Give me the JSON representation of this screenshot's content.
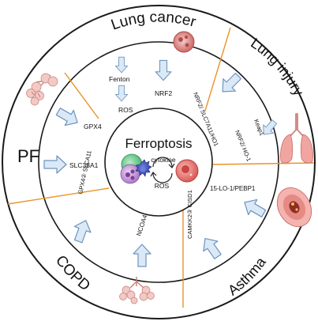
{
  "center": {
    "title": "Ferroptosis",
    "cytokine": "cytokine",
    "ros": "ROS"
  },
  "sections": {
    "lung_cancer": {
      "title": "Lung cancer",
      "label_fenton": "Fenton",
      "label_ros": "ROS",
      "label_nrf2": "NRF2"
    },
    "lung_injury": {
      "title": "Lung injury",
      "label_nrf2_slc": "NRF2/ SLC7A11/HO1",
      "label_keap1": "Keap1",
      "label_nrf2_ho1": "NRF2/ HO-1"
    },
    "asthma": {
      "title": "Asthma",
      "label_15lo": "15-LO-1/PEBP1",
      "label_camkk2": "CAMKK2③ CISD1"
    },
    "copd": {
      "title": "COPD",
      "label_gpx4": "GPX4② SLCA11",
      "label_ncoa4": "NCOA4"
    },
    "pf": {
      "title": "PF",
      "label_gpx4": "GPX4",
      "label_slc38a1": "SLC38A1"
    }
  },
  "colors": {
    "divider": "#e8942a",
    "arrow_fill": "#dbe9f7",
    "arrow_stroke": "#6d93bf",
    "ring_stroke": "#1a1a1a"
  },
  "icons": [
    "cancer-cell-icon",
    "lungs-icon",
    "airway-icon",
    "alveoli-icon",
    "pf-alveoli-icon",
    "immune-cells-icon",
    "cycle-arrows-icon",
    "dying-cell-icon"
  ]
}
